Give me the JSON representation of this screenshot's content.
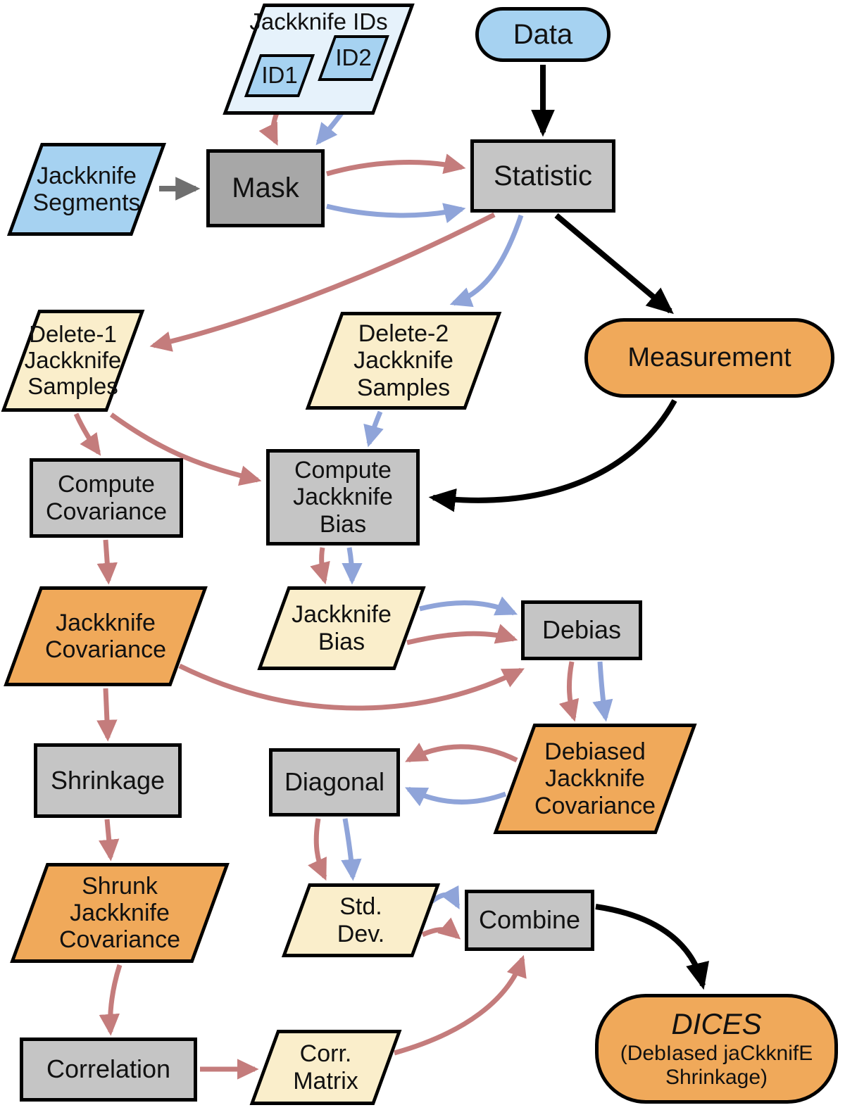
{
  "diagram": {
    "description": "Flowchart of the DICES jackknife covariance estimation pipeline"
  },
  "colors": {
    "node_blue": "#a6d2f1",
    "node_blue_light": "#e6f2fb",
    "node_gray_dark": "#a7a7a7",
    "node_gray": "#c5c5c5",
    "node_cream": "#faeecb",
    "node_orange": "#f0a95a",
    "border_black": "#000000",
    "arrow_red": "#c47c7c",
    "arrow_blue": "#8fa4d9",
    "arrow_black": "#000000",
    "arrow_gray": "#6f6f6f"
  },
  "nodes": {
    "jackknife_ids": {
      "label": "Jackknife IDs"
    },
    "id1": {
      "label": "ID1"
    },
    "id2": {
      "label": "ID2"
    },
    "data": {
      "label": "Data"
    },
    "jackknife_segments": {
      "label": "Jackknife\nSegments"
    },
    "mask": {
      "label": "Mask"
    },
    "statistic": {
      "label": "Statistic"
    },
    "delete1": {
      "label": "Delete-1\nJackknife\nSamples"
    },
    "delete2": {
      "label": "Delete-2\nJackknife\nSamples"
    },
    "measurement": {
      "label": "Measurement"
    },
    "compute_covariance": {
      "label": "Compute\nCovariance"
    },
    "compute_jackknife_bias": {
      "label": "Compute\nJackknife\nBias"
    },
    "jackknife_covariance": {
      "label": "Jackknife\nCovariance"
    },
    "jackknife_bias": {
      "label": "Jackknife\nBias"
    },
    "debias": {
      "label": "Debias"
    },
    "shrinkage": {
      "label": "Shrinkage"
    },
    "diagonal": {
      "label": "Diagonal"
    },
    "debiased_jackknife_covariance": {
      "label": "Debiased\nJackknife\nCovariance"
    },
    "shrunk_jackknife_covariance": {
      "label": "Shrunk\nJackknife\nCovariance"
    },
    "std_dev": {
      "label": "Std.\nDev."
    },
    "combine": {
      "label": "Combine"
    },
    "correlation": {
      "label": "Correlation"
    },
    "corr_matrix": {
      "label": "Corr.\nMatrix"
    },
    "dices": {
      "title": "DICES",
      "subtitle": "(DebIased jaCkknifE\nShrinkage)"
    }
  }
}
